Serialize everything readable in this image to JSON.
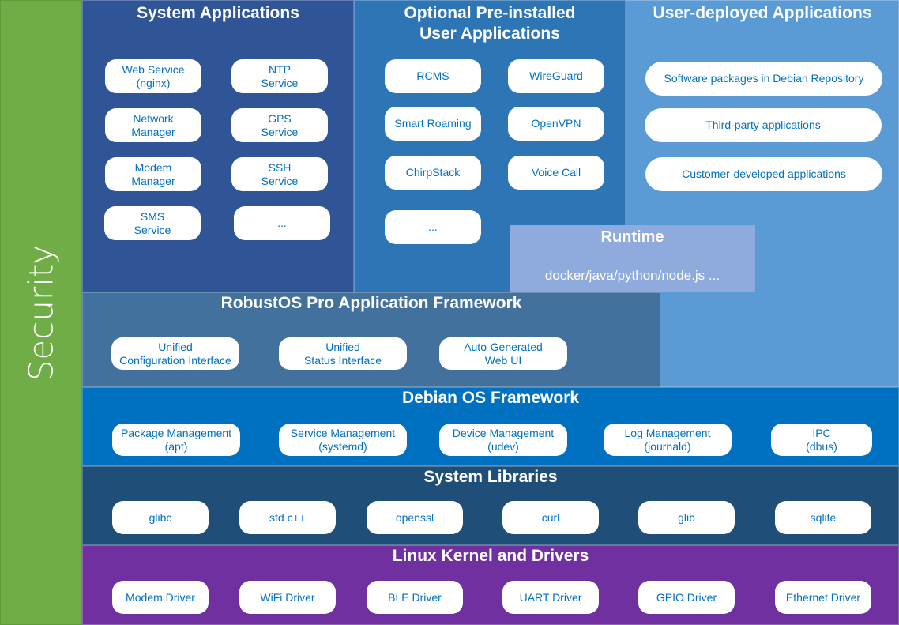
{
  "security": {
    "label": "Security"
  },
  "system_applications": {
    "title": "System Applications",
    "items": [
      "Web Service\n(nginx)",
      "NTP\nService",
      "Network\nManager",
      "GPS\nService",
      "Modem\nManager",
      "SSH\nService",
      "SMS\nService",
      "..."
    ]
  },
  "optional_applications": {
    "title": "Optional Pre-installed\nUser Applications",
    "items": [
      "RCMS",
      "WireGuard",
      "Smart Roaming",
      "OpenVPN",
      "ChirpStack",
      "Voice Call",
      "..."
    ]
  },
  "user_deployed": {
    "title": "User-deployed Applications",
    "items": [
      "Software packages in Debian Repository",
      "Third-party applications",
      "Customer-developed applications"
    ]
  },
  "runtime": {
    "title": "Runtime",
    "subtitle": "docker/java/python/node.js ..."
  },
  "app_framework": {
    "title": "RobustOS Pro Application Framework",
    "items": [
      "Unified\nConfiguration Interface",
      "Unified\nStatus Interface",
      "Auto-Generated\nWeb UI"
    ]
  },
  "debian_framework": {
    "title": "Debian OS Framework",
    "items": [
      "Package Management\n(apt)",
      "Service Management\n(systemd)",
      "Device Management\n(udev)",
      "Log Management\n(journald)",
      "IPC\n(dbus)"
    ]
  },
  "system_libraries": {
    "title": "System Libraries",
    "items": [
      "glibc",
      "std c++",
      "openssl",
      "curl",
      "glib",
      "sqlite"
    ]
  },
  "kernel": {
    "title": "Linux Kernel and Drivers",
    "items": [
      "Modem Driver",
      "WiFi Driver",
      "BLE Driver",
      "UART Driver",
      "GPIO Driver",
      "Ethernet Driver"
    ]
  },
  "colors": {
    "security": "#70ad47",
    "system_applications": "#2f5597",
    "optional_applications": "#2e75b6",
    "user_deployed": "#5b9bd5",
    "runtime": "#8faadc",
    "app_framework": "#41719c",
    "debian_framework": "#0070c0",
    "system_libraries": "#1f4e79",
    "kernel": "#7030a0",
    "box_text": "#0070c0"
  }
}
